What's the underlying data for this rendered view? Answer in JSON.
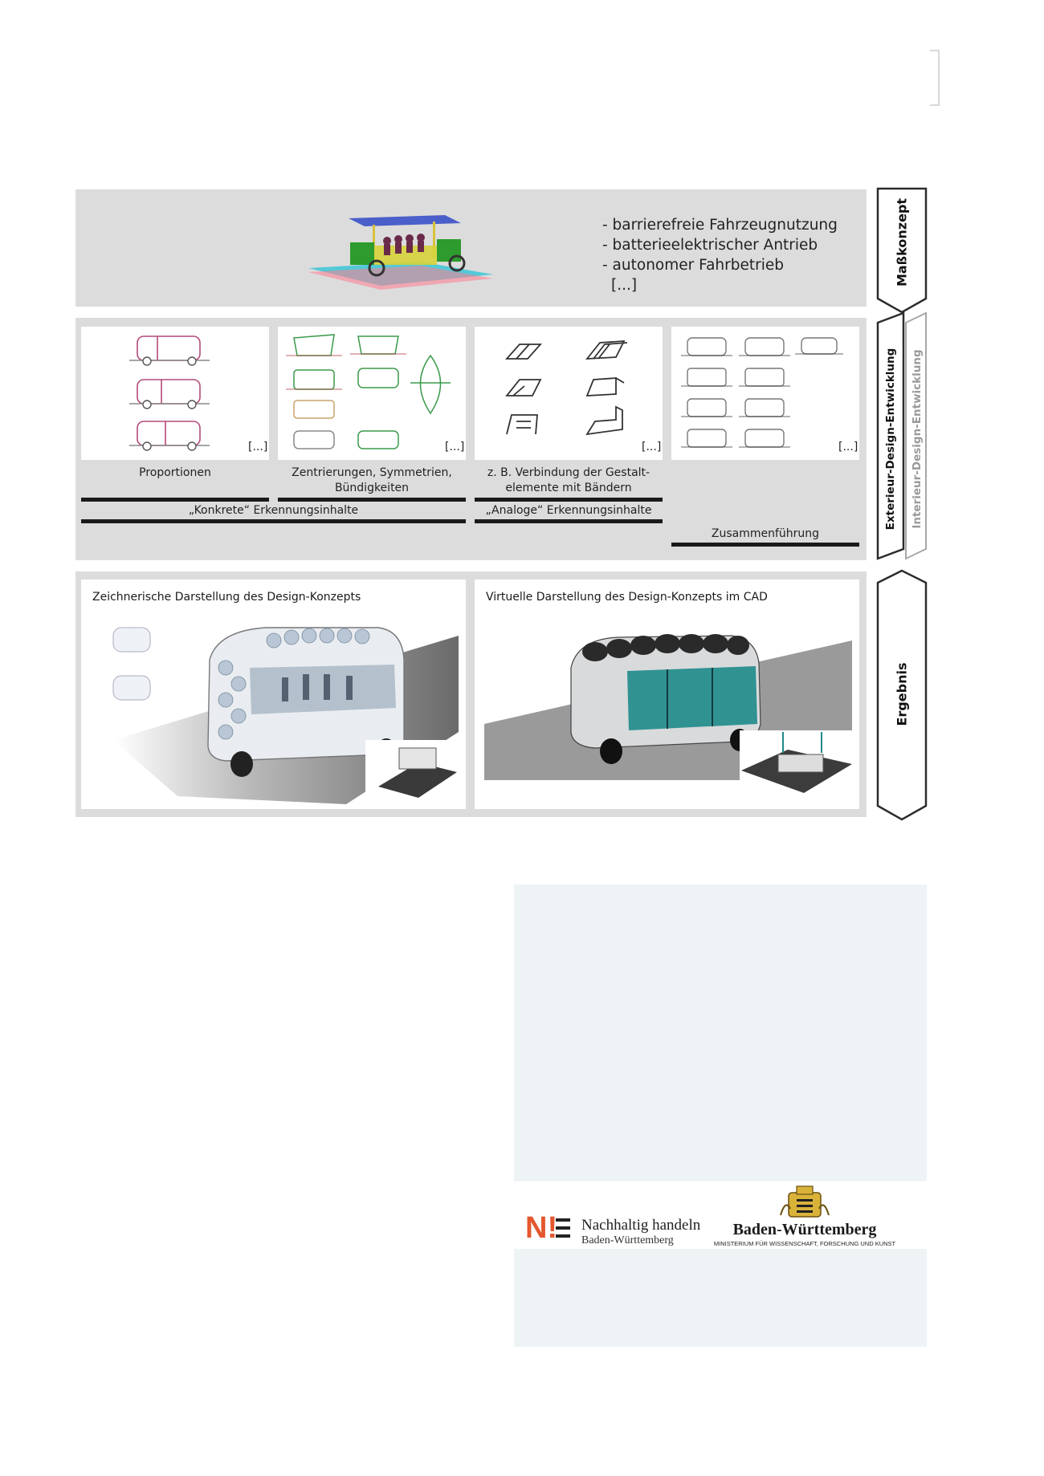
{
  "concept": {
    "bullets": [
      "- barrierefreie Fahrzeugnutzung",
      "- batterieelektrischer Antrieb",
      "- autonomer Fahrbetrieb",
      "[...]"
    ]
  },
  "side_labels": {
    "massk": "Maßkonzept",
    "exterieur": "Exterieur-Design-Entwicklung",
    "interieur": "Interieur-Design-Entwicklung",
    "ergebnis": "Ergebnis"
  },
  "development": {
    "ellipsis": "[...]",
    "captions": {
      "proportionen": "Proportionen",
      "zentrierungen": "Zentrierungen, Symmetrien, Bündigkeiten",
      "verbindung": "z. B. Verbindung der Gestalt-elemente mit Bändern"
    },
    "groups": {
      "konkrete": "„Konkrete“ Erkennungsinhalte",
      "analoge": "„Analoge“ Erkennungsinhalte",
      "zusammen": "Zusammenführung"
    }
  },
  "result": {
    "left_title": "Zeichnerische Darstellung des Design-Konzepts",
    "right_title": "Virtuelle Darstellung des Design-Konzepts im CAD"
  },
  "colors": {
    "band": "#dcdcdc",
    "info": "#eef3f6",
    "logo_red": "#e4572e",
    "teal": "#1f8a8a"
  }
}
